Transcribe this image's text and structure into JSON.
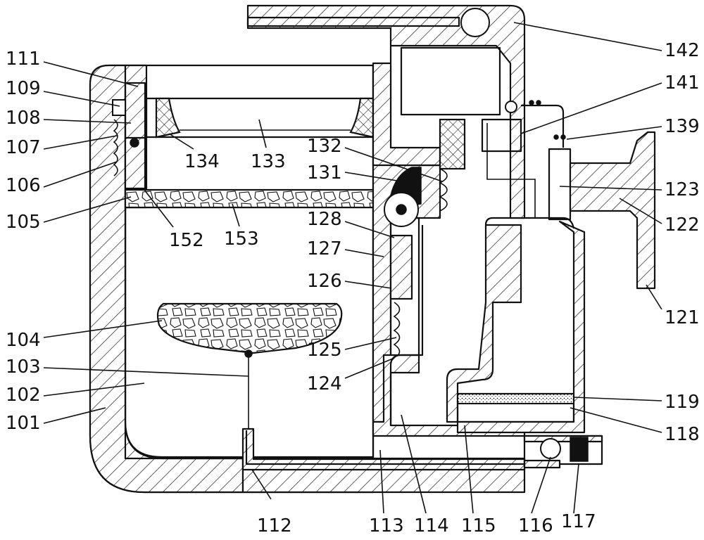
{
  "labels": {
    "l101": "101",
    "l102": "102",
    "l103": "103",
    "l104": "104",
    "l105": "105",
    "l106": "106",
    "l107": "107",
    "l108": "108",
    "l109": "109",
    "l111": "111",
    "l112": "112",
    "l113": "113",
    "l114": "114",
    "l115": "115",
    "l116": "116",
    "l117": "117",
    "l118": "118",
    "l119": "119",
    "l121": "121",
    "l122": "122",
    "l123": "123",
    "l124": "124",
    "l125": "125",
    "l126": "126",
    "l127": "127",
    "l128": "128",
    "l131": "131",
    "l132": "132",
    "l133": "133",
    "l134": "134",
    "l139": "139",
    "l141": "141",
    "l142": "142",
    "l152": "152",
    "l153": "153"
  }
}
